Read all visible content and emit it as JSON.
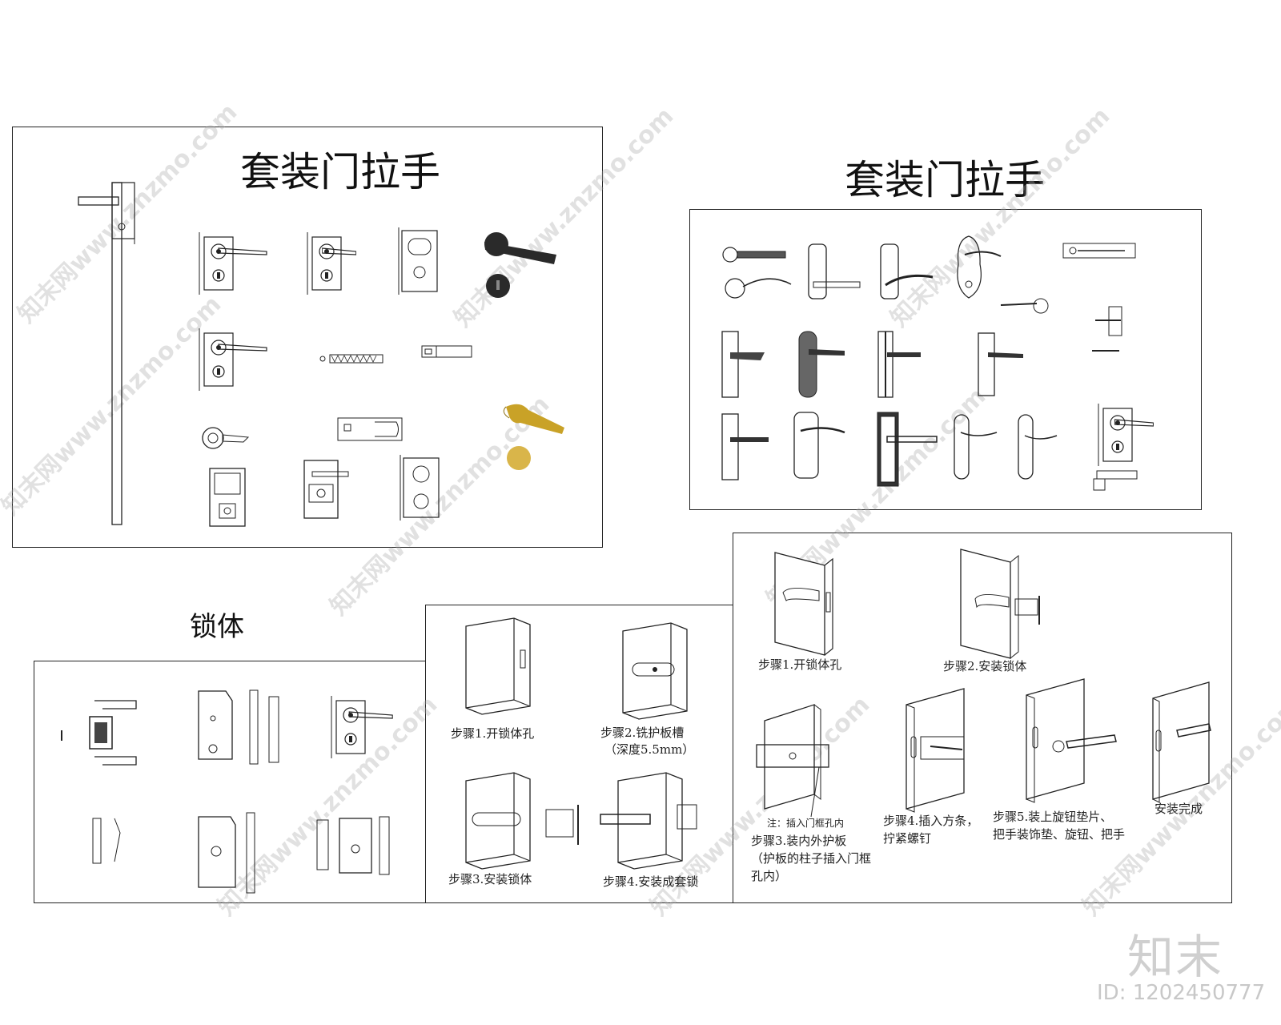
{
  "panels": {
    "handles_left": {
      "title": "套装门拉手"
    },
    "handles_right": {
      "title": "套装门拉手"
    },
    "lock_body": {
      "title": "锁体"
    },
    "install_a": {
      "step1": "步骤1.开锁体孔",
      "step2_line1": "步骤2.铣护板槽",
      "step2_line2": "（深度5.5mm）",
      "step3": "步骤3.安装锁体",
      "step4": "步骤4.安装成套锁"
    },
    "install_b": {
      "step1": "步骤1.开锁体孔",
      "step2": "步骤2.安装锁体",
      "note": "注：插入门框孔内",
      "step3_line1": "步骤3.装内外护板",
      "step3_line2": "（护板的柱子插入门框",
      "step3_line3": "孔内）",
      "step4_line1": "步骤4.插入方条，",
      "step4_line2": "拧紧螺钉",
      "step5_line1": "步骤5.装上旋钮垫片、",
      "step5_line2": "把手装饰垫、旋钮、把手",
      "done": "安装完成"
    }
  },
  "watermark": {
    "text": "知末网www.znzmo.com"
  },
  "brand": {
    "logo": "知末",
    "id": "ID: 1202450777"
  },
  "colors": {
    "line": "#222222",
    "dark_handle": "#2a2a2a",
    "gold_handle": "#c9a227",
    "watermark": "#aaaaaa"
  }
}
